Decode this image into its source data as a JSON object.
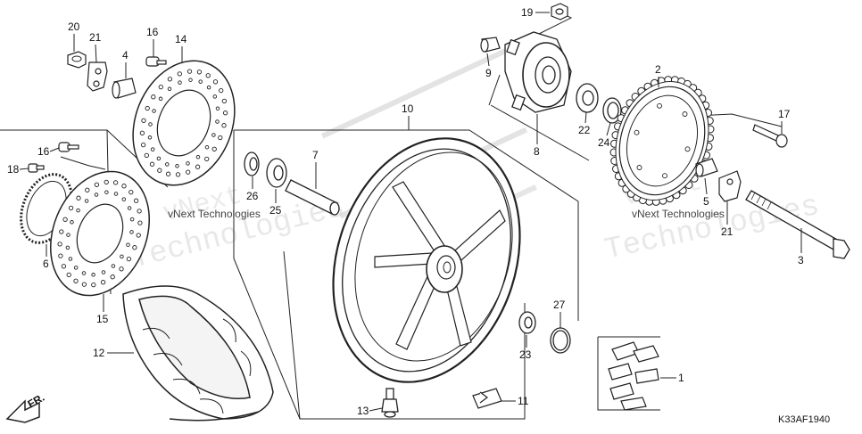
{
  "diagram": {
    "code": "K33AF1940",
    "front_arrow": "FR.",
    "watermark_small": "vNext Technologies",
    "watermark_large": "Technologies",
    "watermark_prefix": "vNext"
  },
  "callouts": [
    {
      "id": "c1",
      "num": "1"
    },
    {
      "id": "c2",
      "num": "2"
    },
    {
      "id": "c3",
      "num": "3"
    },
    {
      "id": "c4",
      "num": "4"
    },
    {
      "id": "c5",
      "num": "5"
    },
    {
      "id": "c6",
      "num": "6"
    },
    {
      "id": "c7",
      "num": "7"
    },
    {
      "id": "c8",
      "num": "8"
    },
    {
      "id": "c9",
      "num": "9"
    },
    {
      "id": "c10",
      "num": "10"
    },
    {
      "id": "c11",
      "num": "11"
    },
    {
      "id": "c12",
      "num": "12"
    },
    {
      "id": "c13",
      "num": "13"
    },
    {
      "id": "c14",
      "num": "14"
    },
    {
      "id": "c15",
      "num": "15"
    },
    {
      "id": "c16a",
      "num": "16"
    },
    {
      "id": "c16b",
      "num": "16"
    },
    {
      "id": "c17",
      "num": "17"
    },
    {
      "id": "c18",
      "num": "18"
    },
    {
      "id": "c19",
      "num": "19"
    },
    {
      "id": "c20",
      "num": "20"
    },
    {
      "id": "c21",
      "num": "21"
    },
    {
      "id": "c21b",
      "num": "21"
    },
    {
      "id": "c22",
      "num": "22"
    },
    {
      "id": "c23",
      "num": "23"
    },
    {
      "id": "c24",
      "num": "24"
    },
    {
      "id": "c25",
      "num": "25"
    },
    {
      "id": "c26",
      "num": "26"
    },
    {
      "id": "c27",
      "num": "27"
    }
  ]
}
